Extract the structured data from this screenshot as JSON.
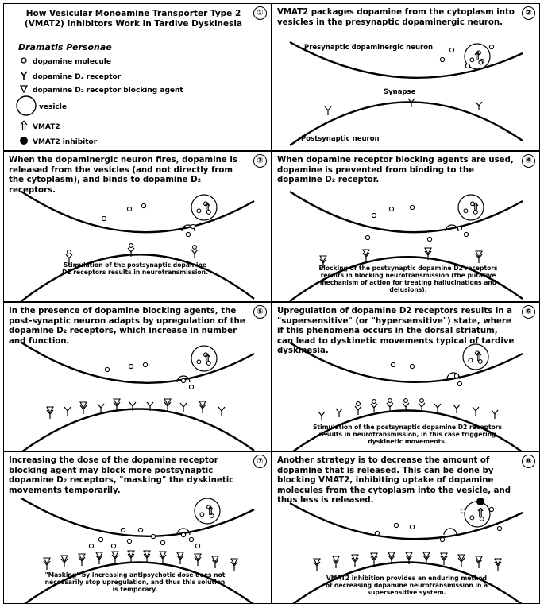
{
  "panel1": {
    "number": "①",
    "title": "How Vesicular Monoamine Transporter Type 2 (VMAT2) Inhibitors Work in Tardive Dyskinesia",
    "legend_heading": "Dramatis Personae",
    "legend": [
      {
        "label": "dopamine molecule",
        "icon": "dopamine-molecule-icon"
      },
      {
        "label": "dopamine D₂ receptor",
        "icon": "receptor-icon"
      },
      {
        "label": "dopamine D₂ receptor blocking agent",
        "icon": "blocking-agent-icon"
      },
      {
        "label": "vesicle",
        "icon": "vesicle-icon"
      },
      {
        "label": "VMAT2",
        "icon": "vmat2-arrow-icon"
      },
      {
        "label": "VMAT2 inhibitor",
        "icon": "vmat2-inhibitor-icon"
      }
    ]
  },
  "panel2": {
    "number": "②",
    "caption": "VMAT2 packages dopamine from the cytoplasm into vesicles in the presynaptic dopaminergic neuron.",
    "presynaptic_label": "Presynaptic dopaminergic neuron",
    "synapse_label": "Synapse",
    "postsynaptic_label": "Postsynaptic neuron"
  },
  "panel3": {
    "number": "③",
    "caption": "When the dopaminergic neuron fires, dopamine is released from the vesicles (and not directly from the cytoplasm), and binds to dopamine D₂ receptors.",
    "note": "Stimulation of the postsynaptic dopamine D2 receptors results in neurotransmission."
  },
  "panel4": {
    "number": "④",
    "caption": "When dopamine receptor blocking agents are used, dopamine is prevented from binding to the dopamine D₂ receptor.",
    "note": "Blocking of the postsynaptic dopamine D2 receptors results in blocking neurotransmission (the putative mechanism of action for treating hallucinations and delusions)."
  },
  "panel5": {
    "number": "⑤",
    "caption": "In the presence of dopamine blocking agents, the post-synaptic neuron adapts by upregulation of the dopamine D₂ receptors, which increase in number and function."
  },
  "panel6": {
    "number": "⑥",
    "caption": "Upregulation of dopamine D2 receptors results in a \"supersensitive\" (or \"hypersensitive\") state, where if this phenomena occurs in the dorsal striatum, can lead to dyskinetic movements typical of tardive dyskinesia.",
    "note": "Stimulation of the postsynaptic dopamine D2 receptors results in neurotransmission, in this case triggering dyskinetic movements."
  },
  "panel7": {
    "number": "⑦",
    "caption": "Increasing the dose of the dopamine receptor blocking agent may block more postsynaptic dopamine D₂ receptors, \"masking\" the dyskinetic movements temporarily.",
    "note": "\"Masking\" by increasing antipsychotic dose does not necessarily stop upregulation, and thus this solution is temporary."
  },
  "panel8": {
    "number": "⑧",
    "caption": "Another strategy is to decrease the amount of dopamine that is released. This can be done by blocking VMAT2, inhibiting uptake of dopamine molecules from the cytoplasm into the vesicle, and thus less is released.",
    "note": "VMAT2 inhibition provides an enduring method of decreasing dopamine neurotransmission in a supersensitive system."
  }
}
